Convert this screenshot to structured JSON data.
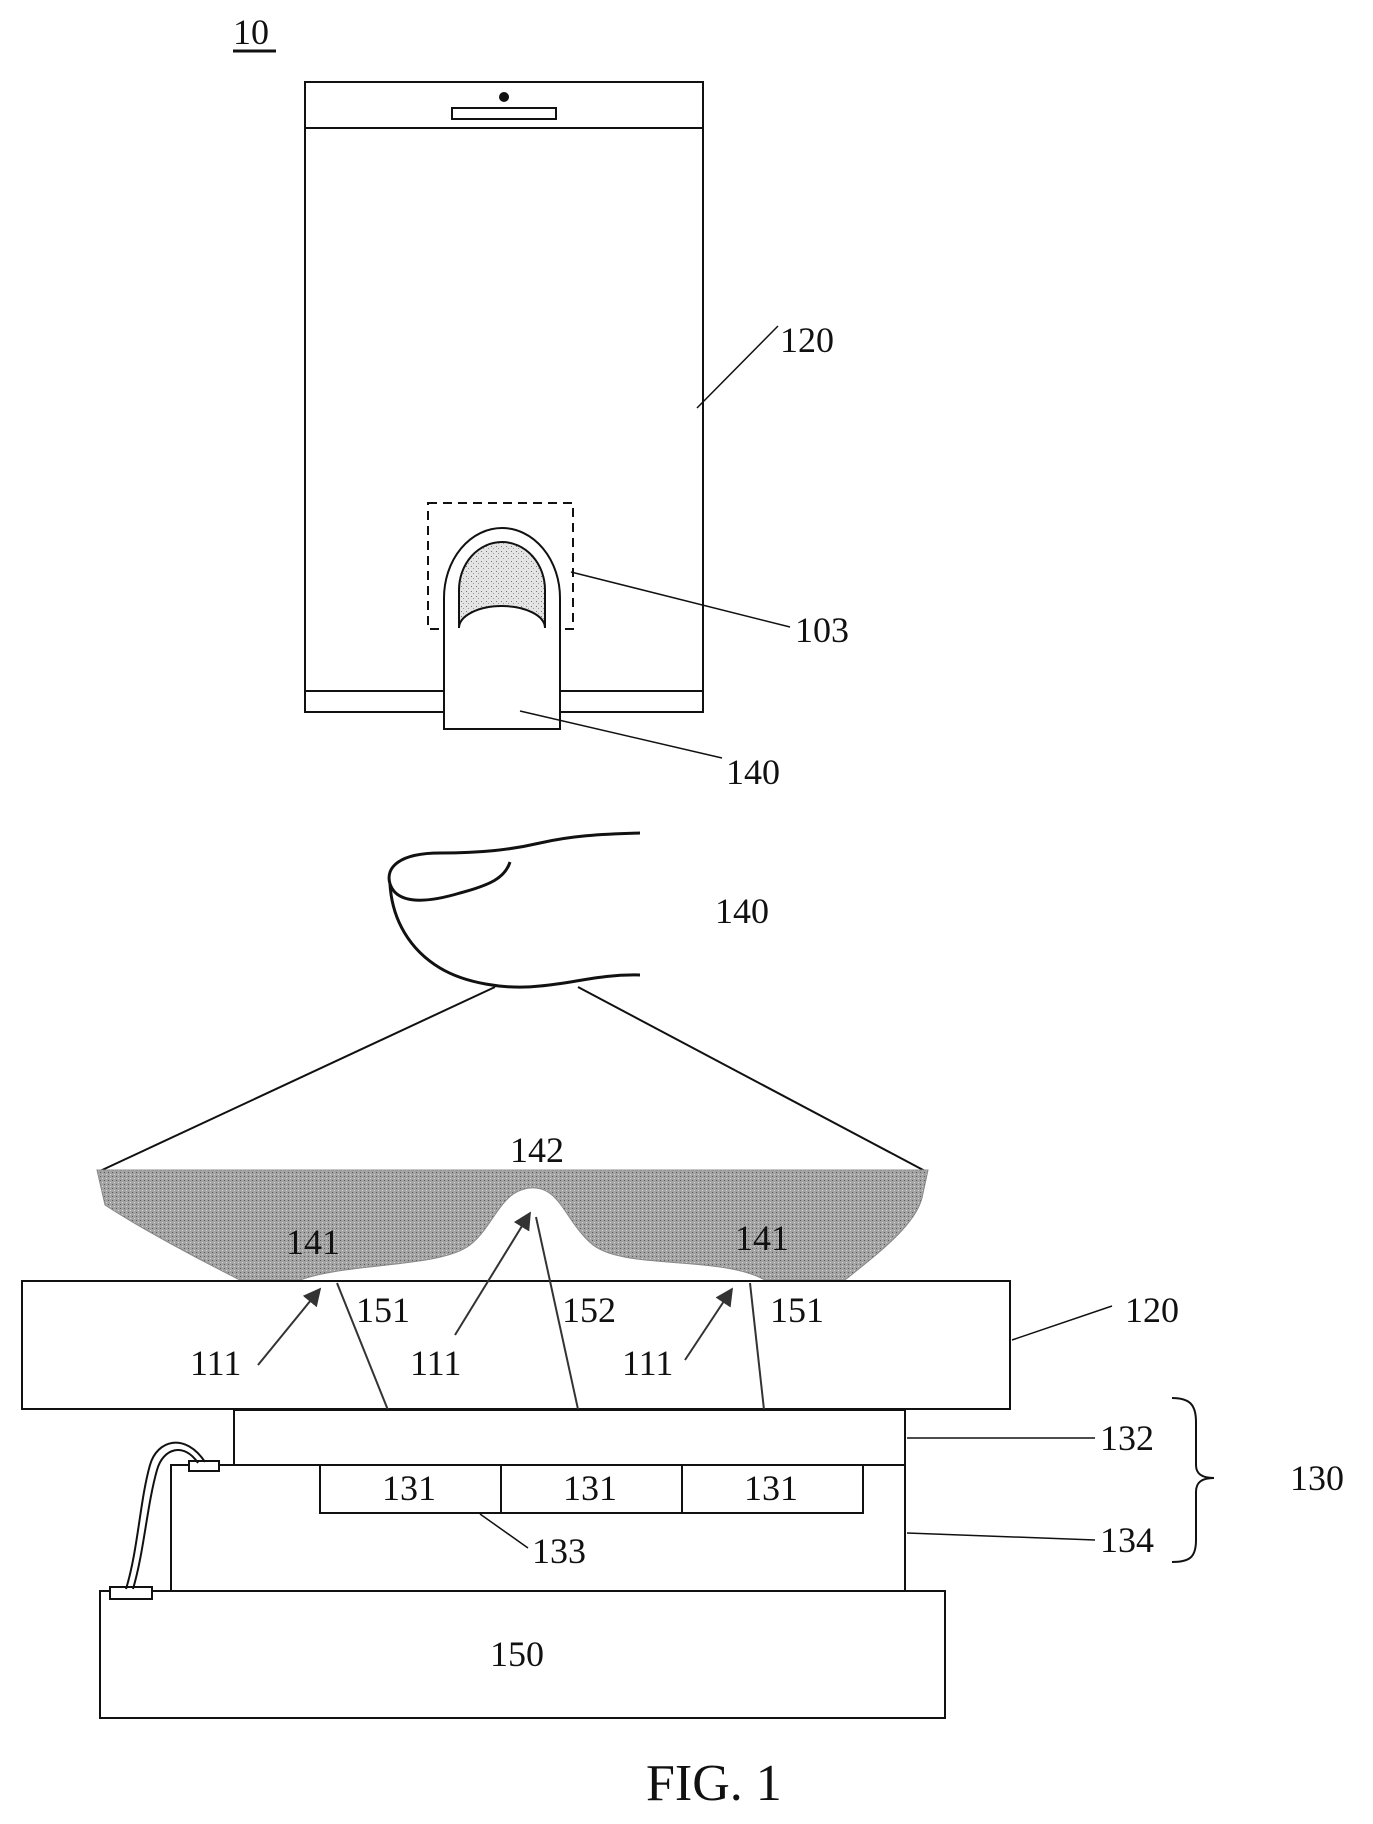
{
  "figure": {
    "device_label": "10",
    "caption": "FIG. 1"
  },
  "labels": {
    "display_top": "120",
    "sensing_area": "103",
    "finger_top": "140",
    "finger_mid": "140",
    "valley": "142",
    "ridge_left": "141",
    "ridge_right": "141",
    "light_151_left": "151",
    "light_152": "152",
    "light_151_right": "151",
    "display_bottom": "120",
    "incident_left": "111",
    "incident_mid": "111",
    "incident_right": "111",
    "layer_132": "132",
    "module_130": "130",
    "pixel_left": "131",
    "pixel_mid": "131",
    "pixel_right": "131",
    "layer_134": "134",
    "array_133": "133",
    "board_150": "150"
  },
  "colors": {
    "line": "#111111",
    "fingertip_fill": "#9a9a9a",
    "sensing_dot": "#b5b5b5"
  }
}
